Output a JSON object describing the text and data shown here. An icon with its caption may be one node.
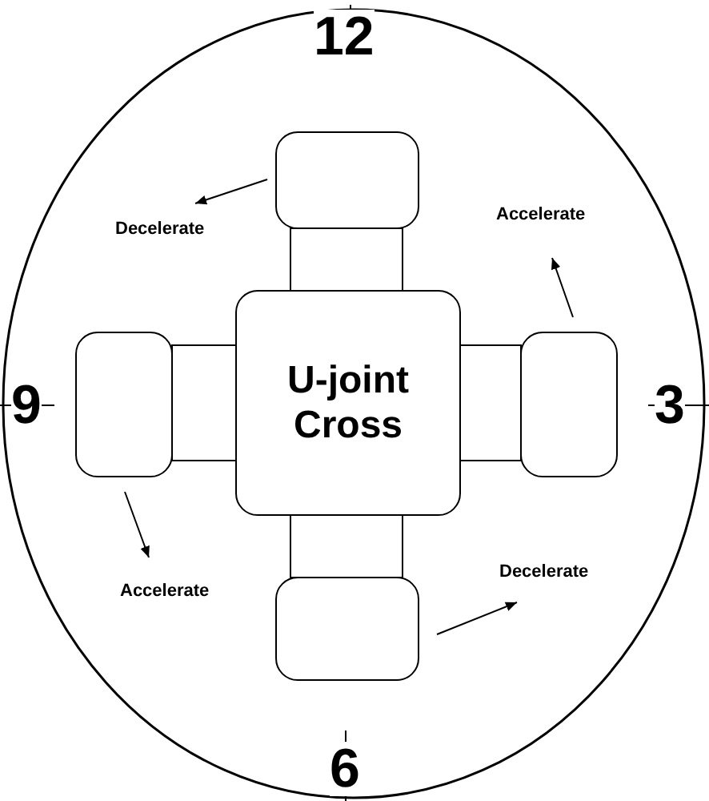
{
  "diagram": {
    "nodes": [
      {
        "text": [],
        "shape": "box"
      },
      {
        "text": [],
        "shape": "bar"
      },
      {
        "text": [],
        "shape": "box"
      },
      {
        "text": [],
        "shape": "bar"
      },
      {
        "text": [
          "U-joint Cross"
        ]
      },
      {
        "text": [],
        "shape": "bar"
      },
      {
        "text": [],
        "shape": "box"
      },
      {
        "text": [],
        "shape": "bar"
      },
      {
        "text": [],
        "shape": "box"
      }
    ],
    "edges": [],
    "labels": [
      "12",
      "Decelerate",
      "Accelerate",
      "9",
      "3",
      "Accelerate",
      "Decelerate",
      "6"
    ]
  }
}
